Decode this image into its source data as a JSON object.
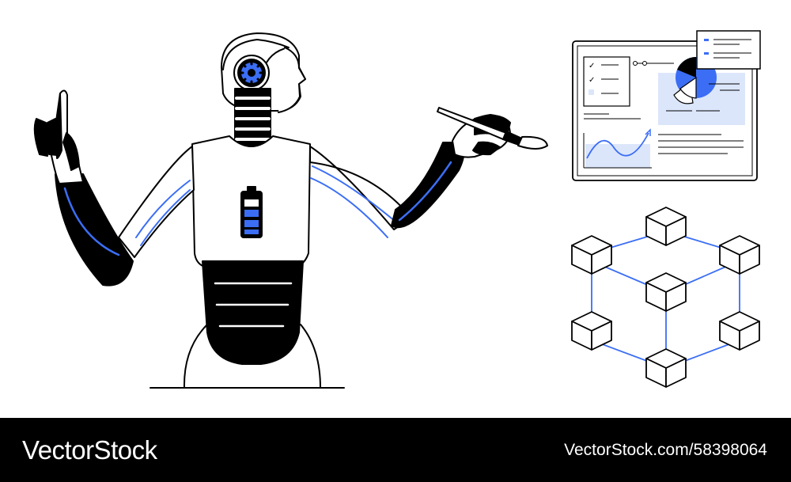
{
  "footer": {
    "brand": "VectorStock",
    "image_id": "VectorStock.com/58398064"
  },
  "colors": {
    "accent": "#3b6ef5",
    "panel_fill": "#dce6fb",
    "ink": "#000000",
    "background": "#ffffff"
  },
  "icons": [
    "robot-figure",
    "gear-icon",
    "battery-icon",
    "paintbrush-icon",
    "dashboard-window",
    "pie-chart-icon",
    "line-chart-icon",
    "checklist-icon",
    "cube-network-icon"
  ]
}
